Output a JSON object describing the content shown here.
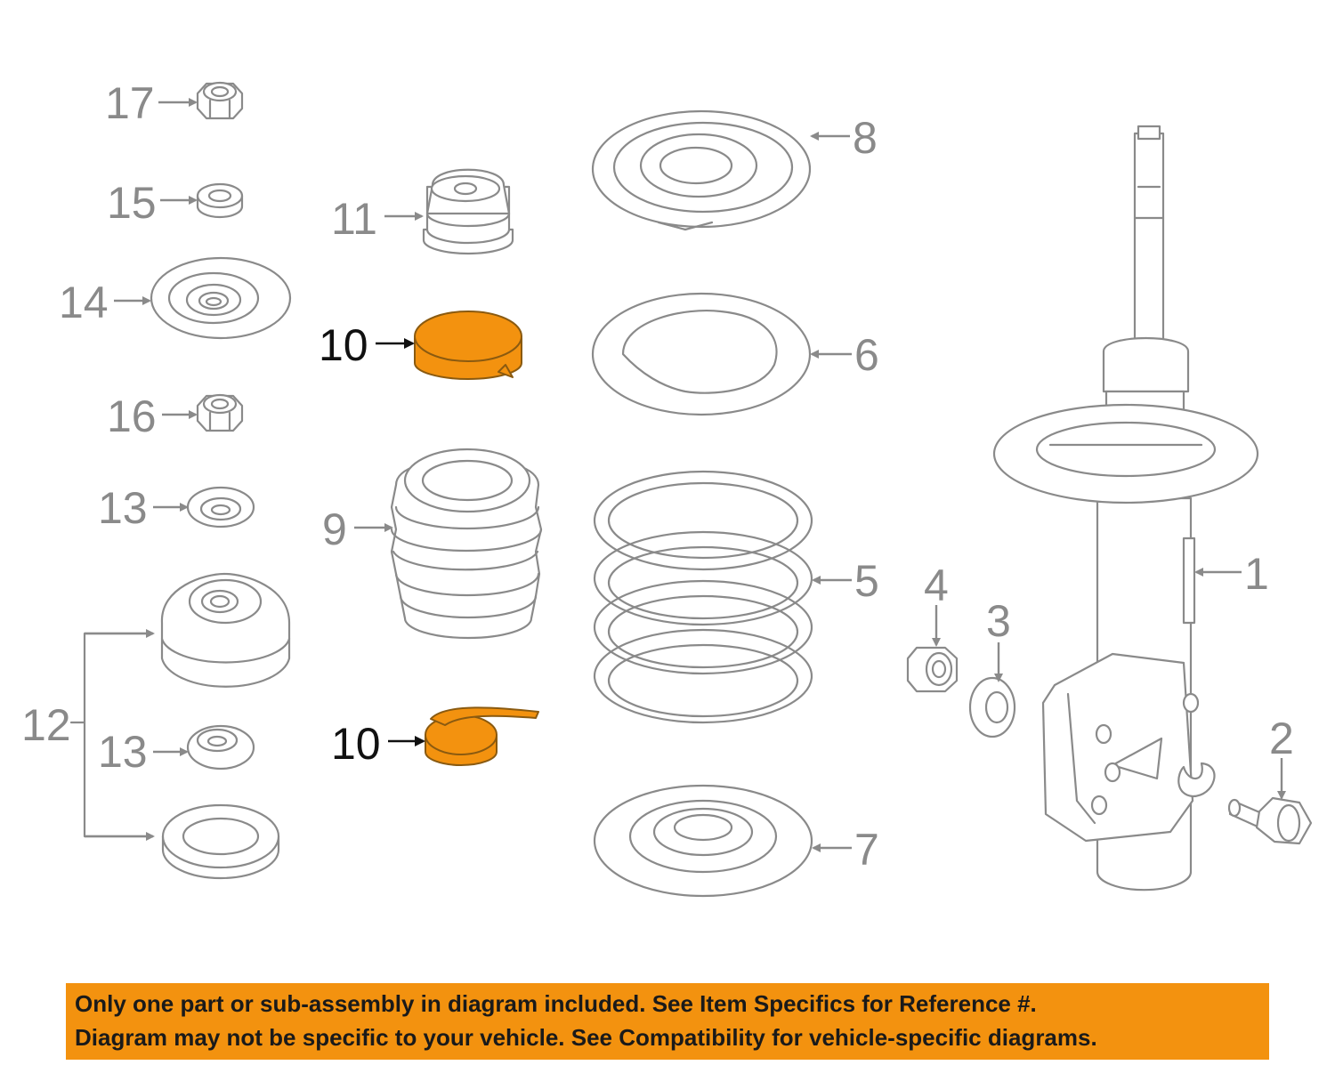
{
  "callouts": {
    "c1": "1",
    "c2": "2",
    "c3": "3",
    "c4": "4",
    "c5": "5",
    "c6": "6",
    "c7": "7",
    "c8": "8",
    "c9": "9",
    "c10a": "10",
    "c10b": "10",
    "c11": "11",
    "c12": "12",
    "c13a": "13",
    "c13b": "13",
    "c14": "14",
    "c15": "15",
    "c16": "16",
    "c17": "17"
  },
  "colors": {
    "highlight": "#f3920f",
    "line": "#8a8a8a",
    "banner": "#f3920f"
  },
  "highlighted_part": "10",
  "banner": {
    "line1": "Only one part or sub-assembly in diagram included. See Item Specifics for Reference #.",
    "line2": "Diagram may not be specific to your vehicle. See Compatibility for vehicle-specific diagrams."
  }
}
